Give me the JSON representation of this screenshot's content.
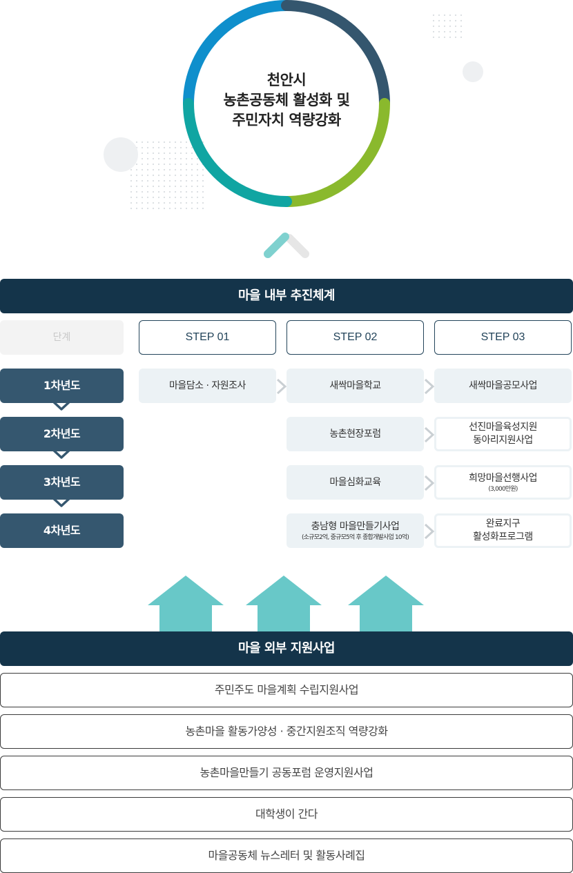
{
  "center": {
    "lines": [
      "천안시",
      "농촌공동체 활성화 및",
      "주민자치 역량강화"
    ]
  },
  "colors": {
    "ring_blue": "#0f8fcc",
    "ring_navy": "#34566e",
    "ring_green": "#8ab92d",
    "ring_teal": "#10a5a2",
    "banner": "#14344a",
    "year": "#35576f",
    "cell": "#ecf2f5",
    "arrow": "#68c8c8"
  },
  "internal": {
    "title": "마을 내부 추진체계",
    "stage_label": "단계",
    "steps": [
      "STEP 01",
      "STEP 02",
      "STEP 03"
    ],
    "rows": [
      {
        "year": "1차년도",
        "step1": "마을담소 · 자원조사",
        "step2": "새싹마을학교",
        "step3_main": "새싹마을공모사업",
        "step3_sub": ""
      },
      {
        "year": "2차년도",
        "step2": "농촌현장포럼",
        "step3_main": "선진마을육성지원",
        "step3_sub": "동아리지원사업"
      },
      {
        "year": "3차년도",
        "step2": "마을심화교육",
        "step3_main": "희망마을선행사업",
        "step3_sub": "(3,000만원)"
      },
      {
        "year": "4차년도",
        "step2": "충남형 마을만들기사업",
        "step2_sub": "(소규모2억, 중규모5억 후 종합개발사업 10억)",
        "step3_main": "완료지구",
        "step3_sub": "활성화프로그램"
      }
    ]
  },
  "external": {
    "title": "마을 외부 지원사업",
    "items": [
      "주민주도 마을계획 수립지원사업",
      "농촌마을 활동가양성 · 중간지원조직 역량강화",
      "농촌마을만들기 공동포럼 운영지원사업",
      "대학생이 간다",
      "마을공동체 뉴스레터 및 활동사례집"
    ]
  }
}
